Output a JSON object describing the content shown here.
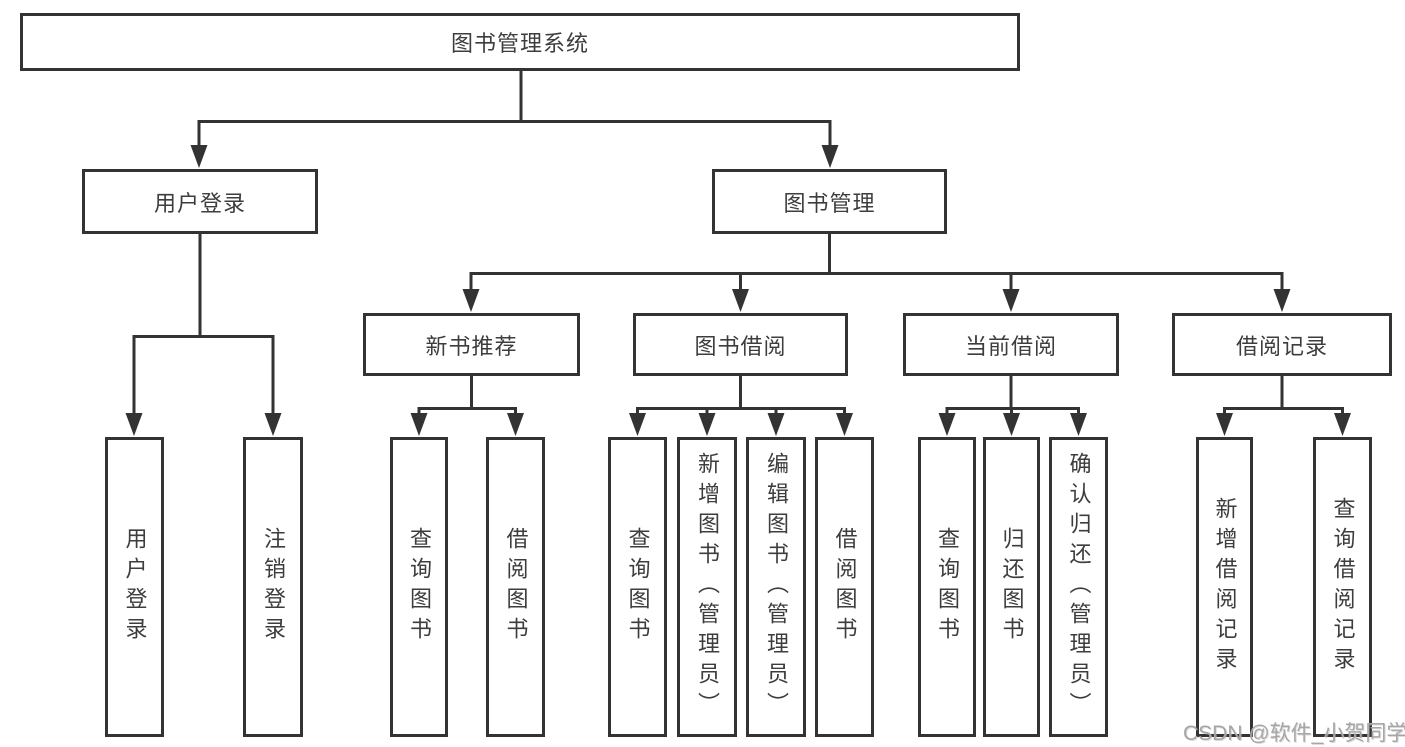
{
  "diagram_type": "hierarchy-tree",
  "tree": {
    "label": "图书管理系统",
    "children": [
      {
        "label": "用户登录",
        "children": [
          {
            "label": "用户登录"
          },
          {
            "label": "注销登录"
          }
        ]
      },
      {
        "label": "图书管理",
        "children": [
          {
            "label": "新书推荐",
            "children": [
              {
                "label": "查询图书"
              },
              {
                "label": "借阅图书"
              }
            ]
          },
          {
            "label": "图书借阅",
            "children": [
              {
                "label": "查询图书"
              },
              {
                "label": "新增图书（管理员）"
              },
              {
                "label": "编辑图书（管理员）"
              },
              {
                "label": "借阅图书"
              }
            ]
          },
          {
            "label": "当前借阅",
            "children": [
              {
                "label": "查询图书"
              },
              {
                "label": "归还图书"
              },
              {
                "label": "确认归还（管理员）"
              }
            ]
          },
          {
            "label": "借阅记录",
            "children": [
              {
                "label": "新增借阅记录"
              },
              {
                "label": "查询借阅记录"
              }
            ]
          }
        ]
      }
    ]
  },
  "watermark": "CSDN @软件_小贺同学",
  "colors": {
    "line": "#333333",
    "text": "#3d3d3d",
    "watermark": "#a6a6a6",
    "background": "#ffffff"
  }
}
